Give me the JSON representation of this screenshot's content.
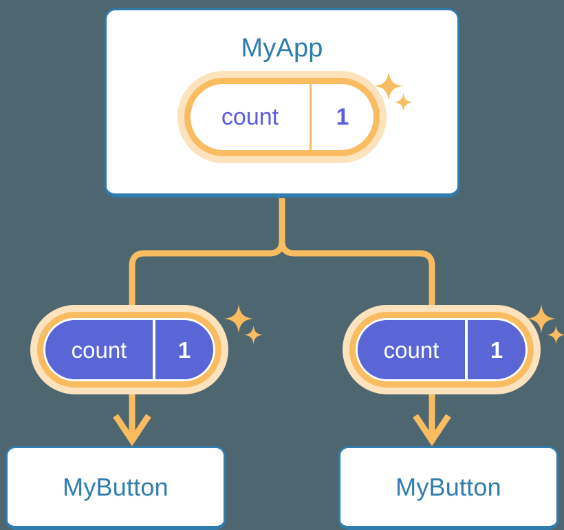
{
  "diagram": {
    "title": "MyApp component tree with shared count state",
    "background_color": "#4d6670",
    "colors": {
      "card_border": "#2f7cad",
      "card_text": "#2f7cad",
      "card_fill": "#ffffff",
      "pill_ring": "#f9bc61",
      "pill_halo": "#fde3bd",
      "pill_child_fill": "#5b66d6",
      "pill_root_text": "#5b5be3",
      "pill_child_text": "#ffffff",
      "connector": "#f9bc61"
    }
  },
  "root": {
    "label": "MyApp",
    "state": {
      "key": "count",
      "value": "1"
    }
  },
  "children": [
    {
      "label": "MyButton",
      "state": {
        "key": "count",
        "value": "1"
      }
    },
    {
      "label": "MyButton",
      "state": {
        "key": "count",
        "value": "1"
      }
    }
  ],
  "icons": {
    "sparkle_large": "sparkle-icon",
    "sparkle_small": "sparkle-small-icon",
    "arrow_down": "arrow-down-icon",
    "tree_branch": "tree-branch-connector"
  }
}
